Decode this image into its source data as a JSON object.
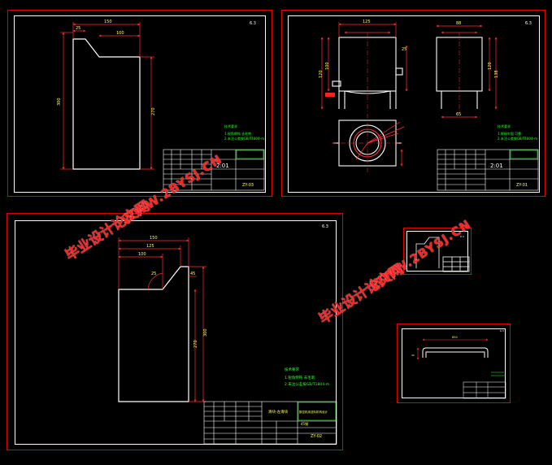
{
  "colors": {
    "background": "#000000",
    "sheet_border": "#e00000",
    "frame": "#ffffff",
    "dimension": "#ff3030",
    "outline": "#ffffff",
    "note": "#30ff30",
    "centerline": "#ff3030",
    "hidden": "#ffff60",
    "watermark": "#ff2020"
  },
  "watermark": {
    "cn_text": "毕业设计论文网",
    "url_text": "WWW.2BYSJ.CN"
  },
  "sheet1": {
    "dims": {
      "top": "150",
      "top_left": "25",
      "top_mid": "100",
      "height_left": "300",
      "height_right": "270"
    },
    "roughness": "6.3",
    "notes": {
      "title": "技术要求",
      "line1": "1.锐角倒钝 去毛刺",
      "line2": "2.未注公差按GB/T1804-m"
    },
    "scale": "2:01",
    "part_no": "ZY-03"
  },
  "sheet2": {
    "dims": {
      "front_width": "125",
      "front_h1": "100",
      "front_h2": "120",
      "front_side": "25",
      "side_width": "88",
      "side_h1": "120",
      "side_h2": "138",
      "bottom": "65"
    },
    "roughness": "6.3",
    "notes": {
      "title": "技术要求",
      "line1": "1.焊接牢固 可靠",
      "line2": "2.未注公差按GB/T1804-m"
    },
    "scale": "2:01",
    "part_no": "ZY-01"
  },
  "sheet3": {
    "dims": {
      "top": "150",
      "mid": "125",
      "inner": "100",
      "angle": "25",
      "chamfer": "45",
      "height_right": "300",
      "height_inner": "270"
    },
    "roughness": "6.3",
    "notes": {
      "title": "技术要求",
      "line1": "1.锐角倒钝 去毛刺",
      "line2": "2.未注公差按GB/T1804-m"
    },
    "title_block": {
      "left_title": "滑块-左滑块",
      "right_title": "数控机床送料机构设计",
      "material": "45钢",
      "part_no": "ZY-02"
    }
  },
  "sheet4": {
    "roughness": "6.3"
  },
  "sheet5": {
    "dims": {
      "top": "650",
      "left_h": "40"
    },
    "roughness": "6.3"
  }
}
